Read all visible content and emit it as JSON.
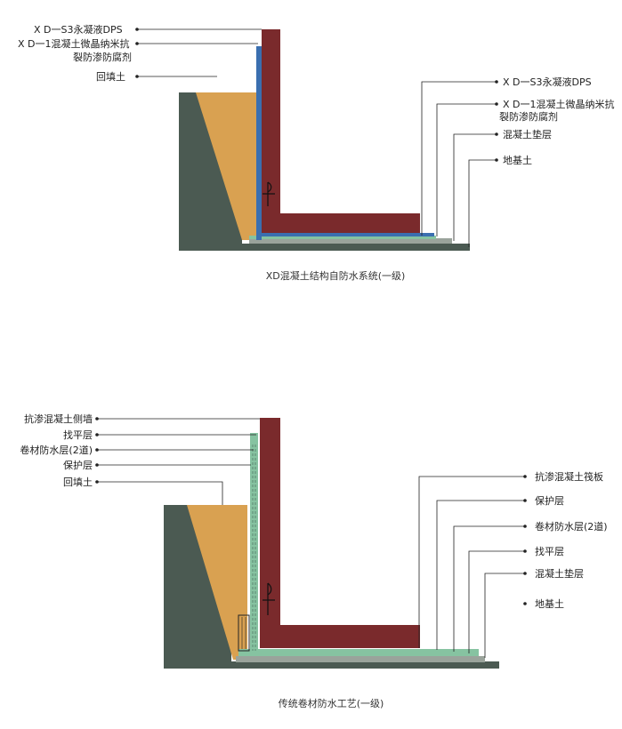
{
  "diagram1": {
    "caption": "XD混凝土结构自防水系统(一级)",
    "left_labels": {
      "dps": "X D一S3永凝液DPS",
      "xd1_line1": "X D一1混凝土微晶纳米抗",
      "xd1_line2": "裂防渗防腐剂",
      "backfill": "回填土"
    },
    "right_labels": {
      "dps": "X D一S3永凝液DPS",
      "xd1_line1": "X D一1混凝土微晶纳米抗",
      "xd1_line2": "裂防渗防腐剂",
      "cushion": "混凝土垫层",
      "foundation": "地基土"
    }
  },
  "diagram2": {
    "caption": "传统卷材防水工艺(一级)",
    "left_labels": {
      "wall": "抗渗混凝土侧墙",
      "leveling": "找平层",
      "membrane": "卷材防水层(2道)",
      "protective": "保护层",
      "backfill": "回填土"
    },
    "right_labels": {
      "raft": "抗渗混凝土筏板",
      "protective": "保护层",
      "membrane": "卷材防水层(2道)",
      "leveling": "找平层",
      "cushion": "混凝土垫层",
      "foundation": "地基土"
    }
  },
  "colors": {
    "concrete": "#7a2a2c",
    "soil": "#d9a151",
    "ground": "#4b5a52",
    "membrane_blue": "#3a6fb0",
    "green_layer": "#86c3a1",
    "gray_layer": "#9aa39b"
  }
}
